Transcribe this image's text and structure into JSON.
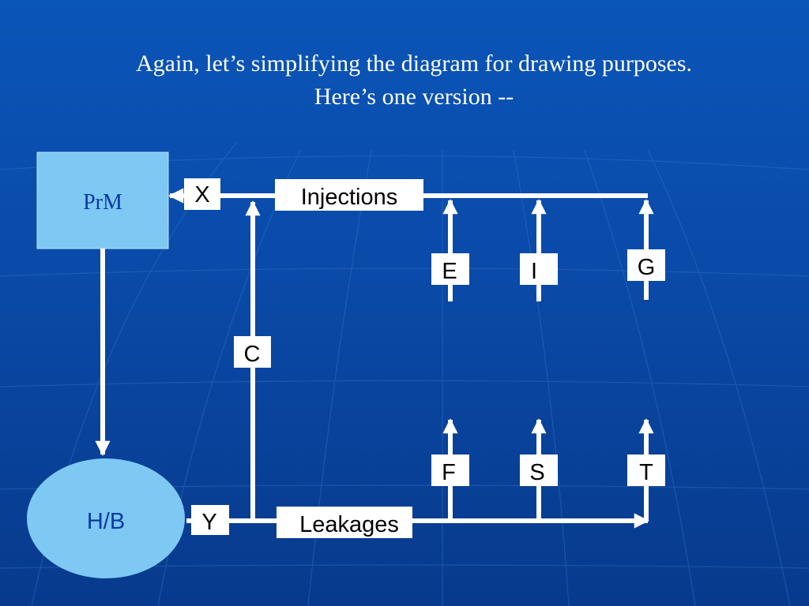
{
  "slide": {
    "title_line1": "Again, let’s simplifying the diagram for drawing purposes.",
    "title_line2": "Here’s one version --"
  },
  "colors": {
    "background": "#0a4aa8",
    "prm_fill": "#7ec8f4",
    "hb_fill": "#7ec8f4",
    "line": "#ffffff",
    "node_text": "#0a3aa0"
  },
  "diagram": {
    "prm_label": "PrM",
    "hb_label": "H/B",
    "labels": {
      "x": "X",
      "injections": "Injections",
      "c": "C",
      "e": "E",
      "i": "I",
      "g": "G",
      "f": "F",
      "s": "S",
      "t": "T",
      "y": "Y",
      "leakages": "Leakages"
    }
  }
}
